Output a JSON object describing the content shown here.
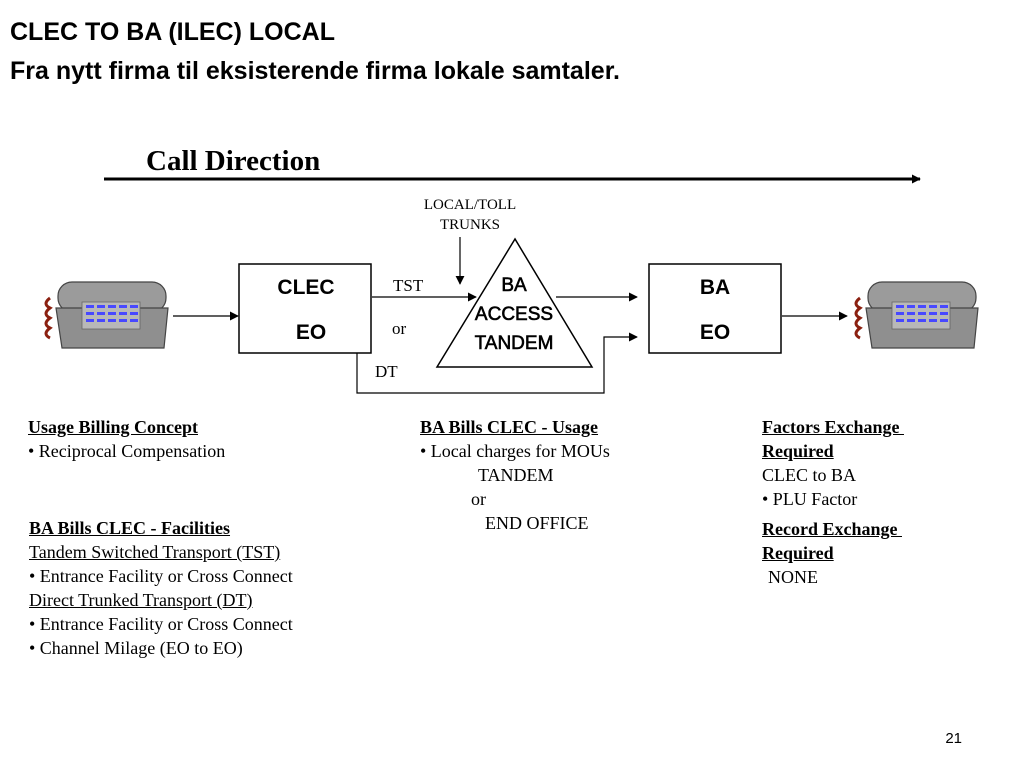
{
  "slide": {
    "title_line1": "CLEC TO BA (ILEC) LOCAL",
    "title_line2": "Fra nytt firma til eksisterende firma lokale samtaler.",
    "page_number": "21"
  },
  "diagram": {
    "call_direction": "Call Direction",
    "trunks_line1": "LOCAL/TOLL",
    "trunks_line2": "TRUNKS",
    "clec_eo_line1": "CLEC",
    "clec_eo_line2": "EO",
    "tandem_line1": "BA",
    "tandem_line2": "ACCESS",
    "tandem_line3": "TANDEM",
    "ba_eo_line1": "BA",
    "ba_eo_line2": "EO",
    "tst": "TST",
    "or": "or",
    "dt": "DT"
  },
  "usage_billing": {
    "heading": "Usage Billing Concept",
    "item1": "• Reciprocal Compensation"
  },
  "facilities": {
    "heading": "BA Bills CLEC - Facilities",
    "tst_heading": "Tandem Switched Transport (TST)",
    "tst_item": "• Entrance Facility or Cross Connect",
    "dt_heading": "Direct Trunked Transport (DT)",
    "dt_item1": "• Entrance Facility or Cross Connect",
    "dt_item2": "• Channel Milage (EO to EO)"
  },
  "usage": {
    "heading": "BA Bills CLEC - Usage",
    "item1": "• Local charges for MOUs",
    "line2": "TANDEM",
    "line3": "or",
    "line4": "END OFFICE"
  },
  "factors": {
    "heading_line1": "Factors Exchange ",
    "heading_line2": "Required",
    "line1": "CLEC to BA",
    "item1": "• PLU Factor"
  },
  "records": {
    "heading_line1": "Record Exchange ",
    "heading_line2": "Required",
    "line1": "NONE"
  },
  "colors": {
    "phone_body": "#8f8f8f",
    "phone_keys": "#4848ff",
    "cord": "#8b2010"
  }
}
